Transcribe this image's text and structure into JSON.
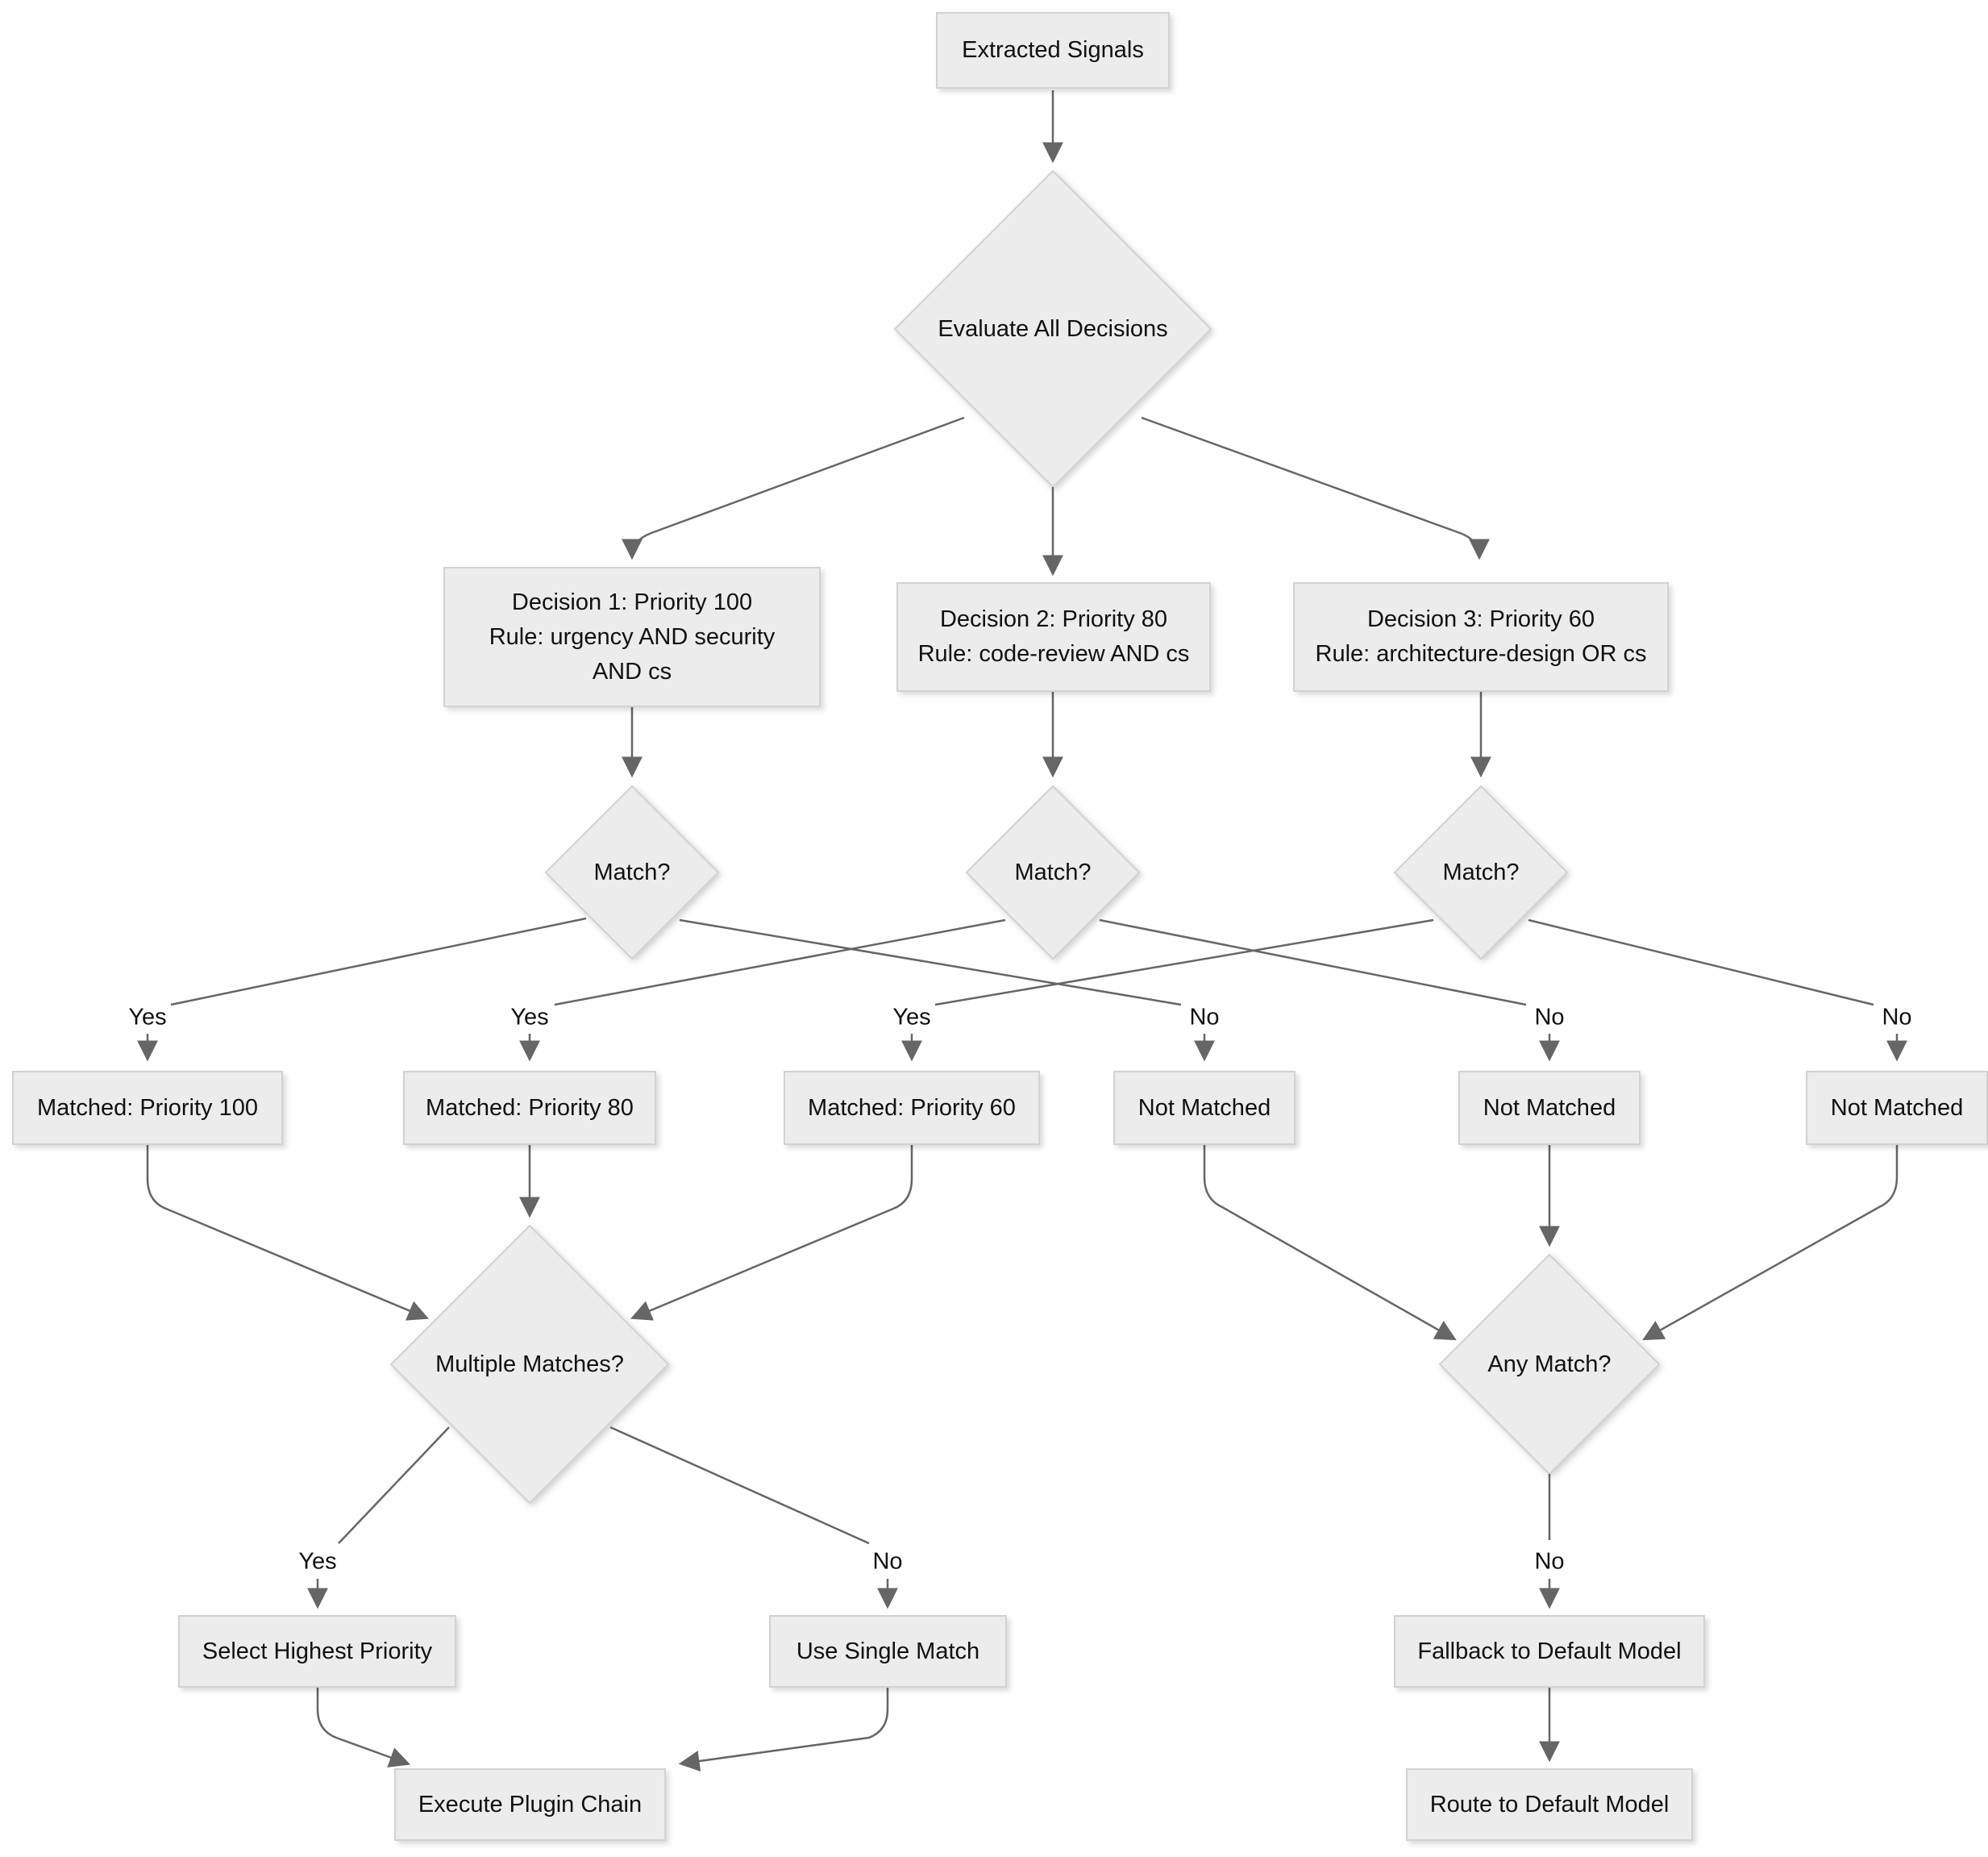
{
  "diagram": {
    "type": "flowchart",
    "nodes": {
      "extracted_signals": {
        "label": "Extracted Signals"
      },
      "evaluate_all": {
        "label": "Evaluate All Decisions"
      },
      "decision1": {
        "lines": [
          "Decision 1: Priority 100",
          "Rule: urgency AND security",
          "AND cs"
        ]
      },
      "decision2": {
        "lines": [
          "Decision 2: Priority 80",
          "Rule: code-review AND cs"
        ]
      },
      "decision3": {
        "lines": [
          "Decision 3: Priority 60",
          "Rule: architecture-design OR cs"
        ]
      },
      "match1": {
        "label": "Match?"
      },
      "match2": {
        "label": "Match?"
      },
      "match3": {
        "label": "Match?"
      },
      "matched_100": {
        "label": "Matched: Priority 100"
      },
      "matched_80": {
        "label": "Matched: Priority 80"
      },
      "matched_60": {
        "label": "Matched: Priority 60"
      },
      "not_matched_1": {
        "label": "Not Matched"
      },
      "not_matched_2": {
        "label": "Not Matched"
      },
      "not_matched_3": {
        "label": "Not Matched"
      },
      "multiple_matches": {
        "label": "Multiple Matches?"
      },
      "any_match": {
        "label": "Any Match?"
      },
      "select_highest": {
        "label": "Select Highest Priority"
      },
      "use_single": {
        "label": "Use Single Match"
      },
      "execute_chain": {
        "label": "Execute Plugin Chain"
      },
      "fallback": {
        "label": "Fallback to Default Model"
      },
      "route_default": {
        "label": "Route to Default Model"
      }
    },
    "edge_labels": {
      "yes": "Yes",
      "no": "No"
    },
    "colors": {
      "background": "#ffffff",
      "node_fill": "#ececec",
      "node_border": "#d2d2d2",
      "edge": "#666666",
      "text": "#111111"
    }
  }
}
